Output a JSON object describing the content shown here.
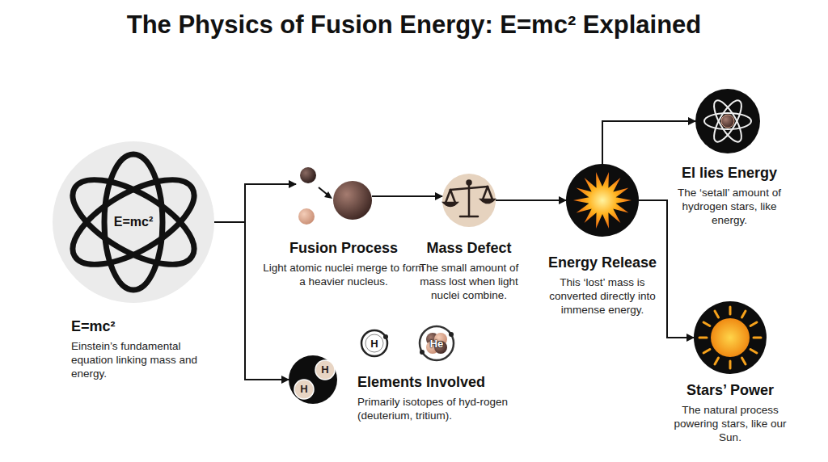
{
  "diagram": {
    "title": "The Physics of Fusion Energy: E=mc² Explained",
    "nodes": [
      {
        "text": [
          "E=mc²",
          "E=mc²",
          "Einstein’s fundamental equation linking mass and energy."
        ]
      },
      {
        "text": [
          "Fusion Process",
          "Light atomic nuclei merge to form a heavier nucleus."
        ]
      },
      {
        "text": [
          "Mass Defect",
          "The small amount of mass lost when light nuclei combine."
        ]
      },
      {
        "text": [
          "Energy Release",
          "This ‘lost’ mass is converted directly into immense energy."
        ]
      },
      {
        "text": [
          "El lies Energy",
          "The ‘setall’ amount of hydrogen stars, like energy."
        ]
      },
      {
        "text": [
          "H"
        ]
      },
      {
        "text": [
          "He"
        ]
      },
      {
        "text": [
          "H",
          "H",
          "Elements Involved",
          "Primarily isotopes of hyd-rogen (deuterium, tritium)."
        ]
      },
      {
        "text": [
          "Stars’ Power",
          "The natural process powering stars, like our Sun."
        ]
      }
    ],
    "edges": [
      {
        "from": 0,
        "to": 1,
        "arrow": "to"
      },
      {
        "from": 0,
        "to": 7,
        "arrow": "to"
      },
      {
        "from": 1,
        "to": 2,
        "arrow": "to"
      },
      {
        "from": 2,
        "to": 3,
        "arrow": "to"
      },
      {
        "from": 3,
        "to": 4,
        "arrow": "to"
      },
      {
        "from": 3,
        "to": 8,
        "arrow": "to"
      }
    ]
  }
}
